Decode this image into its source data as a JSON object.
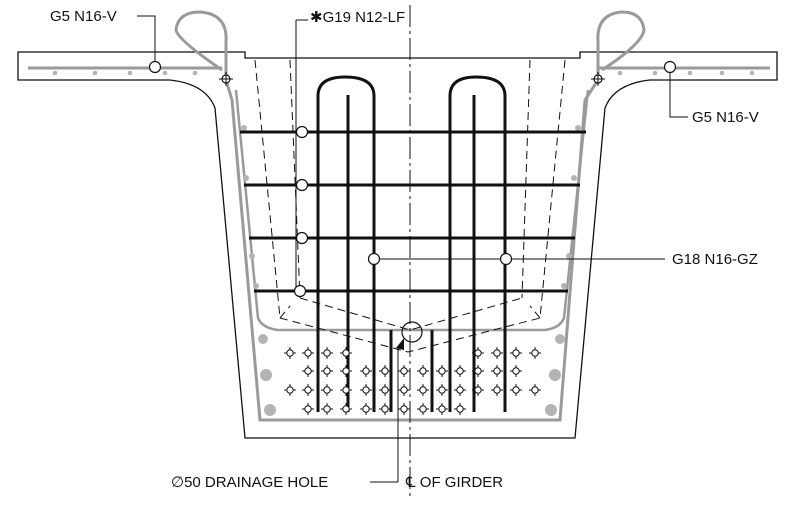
{
  "drawing": {
    "labels": {
      "g5_left": "G5 N16-V",
      "g19": "✱G19 N12-LF",
      "g5_right": "G5 N16-V",
      "g18": "G18 N16-GZ",
      "drainage": "∅50 DRAINAGE HOLE",
      "girder_cl": "℄ OF GIRDER"
    }
  }
}
